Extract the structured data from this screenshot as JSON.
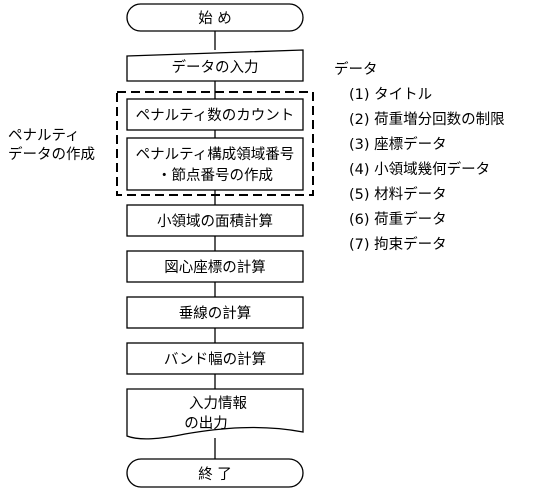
{
  "flowchart": {
    "start": "始 め",
    "data_input": "データの入力",
    "penalty_count": "ペナルティ数のカウント",
    "penalty_region_line1": "ペナルティ構成領域番号",
    "penalty_region_line2": "・節点番号の作成",
    "area_calc": "小領域の面積計算",
    "centroid_calc": "図心座標の計算",
    "perpendicular_calc": "垂線の計算",
    "bandwidth_calc": "バンド幅の計算",
    "output_line1": "入力情報",
    "output_line2": "の出力",
    "end": "終 了"
  },
  "penalty_group": {
    "label_line1": "ペナルティ",
    "label_line2": "データの作成"
  },
  "data_list": {
    "heading": "データ",
    "items": [
      "(1) タイトル",
      "(2) 荷重増分回数の制限",
      "(3) 座標データ",
      "(4) 小領域幾何データ",
      "(5) 材料データ",
      "(6) 荷重データ",
      "(7) 拘束データ"
    ]
  }
}
